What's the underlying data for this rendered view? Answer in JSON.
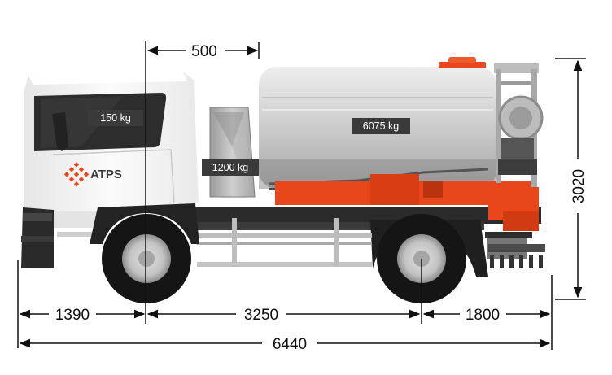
{
  "colors": {
    "accent": "#e8471c",
    "cab_white": "#f2f2f2",
    "tank_silver": "#c9c9c9",
    "chassis_dark": "#2a2a2a",
    "label_bg": "#3a3a3a"
  },
  "brand": {
    "logo_text": "ATPS",
    "logo_icon": "diamond-dots-icon"
  },
  "dimensions": {
    "front_overhang": "1390",
    "wheelbase": "3250",
    "rear_overhang": "1800",
    "total_length": "6440",
    "total_height": "3020",
    "hopper_offset": "500"
  },
  "weights": {
    "cab": "150 kg",
    "tank": "6075 kg",
    "hopper": "1200 kg"
  }
}
